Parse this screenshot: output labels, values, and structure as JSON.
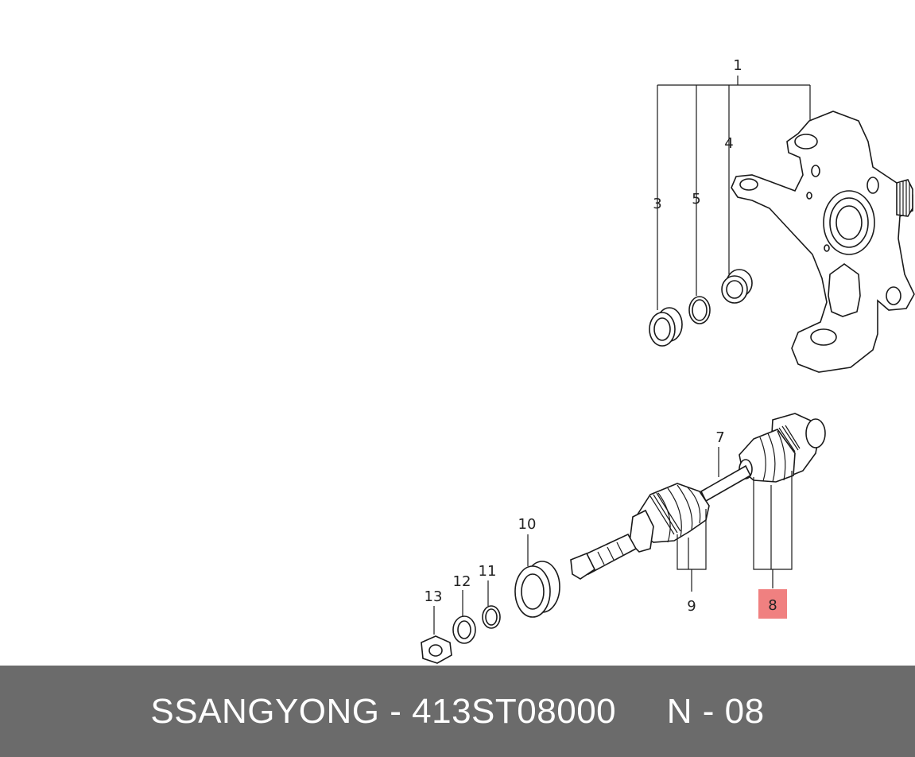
{
  "callouts": {
    "c1": "1",
    "c3": "3",
    "c4": "4",
    "c5": "5",
    "c7": "7",
    "c8": "8",
    "c9": "9",
    "c10": "10",
    "c11": "11",
    "c12": "12",
    "c13": "13"
  },
  "highlight": {
    "callout": "8",
    "color": "#f08080"
  },
  "footer": {
    "brand": "SSANGYONG",
    "separator": " - ",
    "part_number": "413ST08000",
    "diagram_ref": "N - 08",
    "background": "#6b6b6b"
  }
}
